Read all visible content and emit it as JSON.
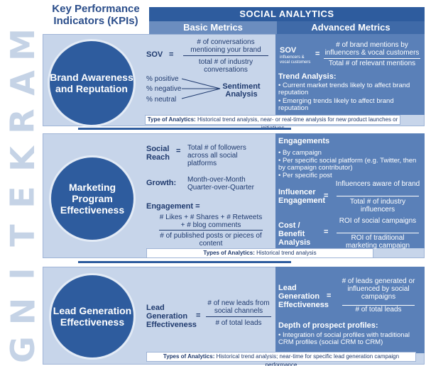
{
  "watermark": [
    "M",
    "A",
    "R",
    "K",
    "E",
    "T",
    "I",
    "N",
    "G"
  ],
  "header": {
    "kpi_title": "Key Performance Indicators (KPIs)",
    "band": "SOCIAL ANALYTICS",
    "basic": "Basic Metrics",
    "advanced": "Advanced Metrics"
  },
  "brand": {
    "circle": "Brand Awareness and Reputation",
    "sov_label": "SOV",
    "sov_eq": "=",
    "sov_num": "# of conversations mentioning your brand",
    "sov_den": "total # of industry conversations",
    "pos": "% positive",
    "neg": "% negative",
    "neu": "% neutral",
    "sentiment": "Sentiment Analysis",
    "adv_sov": "SOV",
    "adv_sov_sub": "influencers & vocal customers",
    "adv_eq": "=",
    "adv_num": "# of brand mentions by influencers & vocal customers",
    "adv_den": "Total # of relevant mentions",
    "trend_title": "Trend Analysis:",
    "trend_1": "Current market trends likely to affect brand reputation",
    "trend_2": "Emerging trends likely to affect brand reputation",
    "type_label": "Type of Analytics:",
    "type_text": "Historical trend analysis, near- or real-time analysis for new product launches or initiatives"
  },
  "marketing": {
    "circle": "Marketing Program Effectiveness",
    "reach_label": "Social Reach",
    "reach_eq": "=",
    "reach_text": "Total # of followers across all social platforms",
    "growth_label": "Growth:",
    "growth_text": "Month-over-Month Quarter-over-Quarter",
    "eng_label": "Engagement =",
    "eng_num": "# Likes + # Shares + # Retweets + # blog comments",
    "eng_den": "# of published posts or pieces of content",
    "adv_eng_title": "Engagements",
    "adv_eng_1": "By campaign",
    "adv_eng_2": "Per specific social platform  (e.g. Twitter, then by campaign contributor)",
    "adv_eng_3": "Per specific post",
    "inf_label": "Influencer Engagement",
    "inf_eq": "=",
    "inf_num": "Influencers aware of brand",
    "inf_den": "Total # of industry influencers",
    "cb_label": "Cost / Benefit Analysis",
    "cb_eq": "=",
    "cb_num": "ROI of social campaigns",
    "cb_den": "ROI of traditional marketing campaign",
    "type_label": "Types of Analytics:",
    "type_text": "Historical trend analysis"
  },
  "lead": {
    "circle": "Lead Generation Effectiveness",
    "label": "Lead Generation Effectiveness",
    "eq": "=",
    "num": "# of new leads from social channels",
    "den": "# of total leads",
    "adv_label": "Lead Generation Effectiveness",
    "adv_eq": "=",
    "adv_num": "# of leads generated or influenced by social campaigns",
    "adv_den": "# of total leads",
    "depth_title": "Depth of prospect profiles:",
    "depth_1": "Integration of social profiles with traditional CRM profiles (social CRM to CRM)",
    "type_label": "Types of Analytics:",
    "type_text": "Historical trend analysis; near-time for specific lead generation campaign performance"
  }
}
